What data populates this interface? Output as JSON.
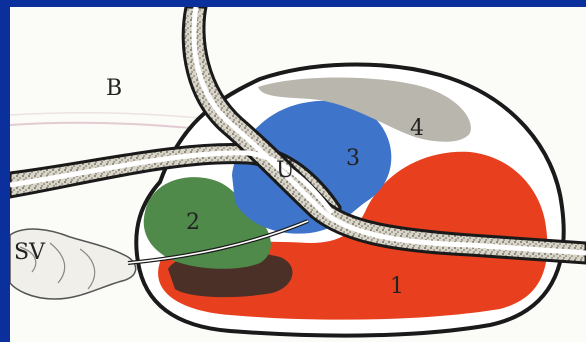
{
  "labels": {
    "bladder": "B",
    "urethra": "U",
    "seminal_vesicle": "SV",
    "zone_1": "1",
    "zone_2": "2",
    "zone_3": "3",
    "zone_4": "4"
  },
  "colors": {
    "frame": "#0b2f9c",
    "background": "#fbfbf8",
    "zone_1": "#e8401f",
    "zone_2": "#4f8a4a",
    "zone_2_dark": "#4a3027",
    "zone_3": "#3e74c9",
    "zone_4": "#b9b6ad",
    "capsule_outline": "#1a1a1a",
    "urethra_wall": "#8a8576"
  }
}
